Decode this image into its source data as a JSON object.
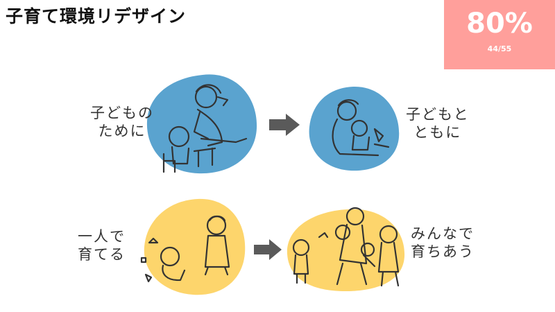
{
  "page": {
    "title": "子育て環境リデザイン"
  },
  "progress": {
    "percent": "80%",
    "count": "44/55"
  },
  "rows": [
    {
      "before_label": [
        "子どもの",
        "ために"
      ],
      "after_label": [
        "子どもと",
        "ともに"
      ]
    },
    {
      "before_label": [
        "一人で",
        "育てる"
      ],
      "after_label": [
        "みんなで",
        "育ちあう"
      ]
    }
  ],
  "colors": {
    "progress_bg": "#ff9f9b",
    "blue_blob": "#5aa3cf",
    "yellow_blob": "#fdd56c",
    "arrow": "#5a5a5a",
    "ink": "#333333"
  }
}
